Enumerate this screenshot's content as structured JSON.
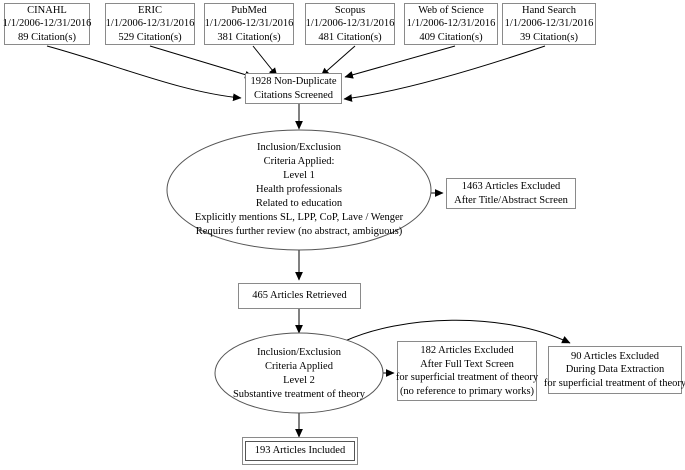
{
  "diagram": {
    "title": "Literature search and screening flow diagram",
    "type": "prisma-flow-diagram",
    "colors": {
      "box_border": "#8a8a8a",
      "edge": "#000000",
      "background": "#ffffff",
      "text": "#000000"
    },
    "sources": [
      {
        "name": "CINAHL",
        "date_range": "1/1/2006-12/31/2016",
        "citations": "89 Citation(s)"
      },
      {
        "name": "ERIC",
        "date_range": "1/1/2006-12/31/2016",
        "citations": "529 Citation(s)"
      },
      {
        "name": "PubMed",
        "date_range": "1/1/2006-12/31/2016",
        "citations": "381 Citation(s)"
      },
      {
        "name": "Scopus",
        "date_range": "1/1/2006-12/31/2016",
        "citations": "481 Citation(s)"
      },
      {
        "name": "Web of Science",
        "date_range": "1/1/2006-12/31/2016",
        "citations": "409 Citation(s)"
      },
      {
        "name": "Hand Search",
        "date_range": "1/1/2006-12/31/2016",
        "citations": "39 Citation(s)"
      }
    ],
    "screened": {
      "line1": "1928 Non-Duplicate",
      "line2": "Citations Screened"
    },
    "level1_criteria": {
      "lines": [
        "Inclusion/Exclusion",
        "Criteria Applied:",
        "Level 1",
        "Health professionals",
        "Related to education",
        "Explicitly mentions SL, LPP, CoP, Lave / Wenger",
        "Requires further review (no abstract, ambiguous)"
      ]
    },
    "excluded_title_abstract": {
      "lines": [
        "1463 Articles Excluded",
        "After Title/Abstract Screen"
      ]
    },
    "retrieved": {
      "label": "465 Articles Retrieved"
    },
    "level2_criteria": {
      "lines": [
        "Inclusion/Exclusion",
        "Criteria Applied",
        "Level 2",
        "Substantive treatment of theory"
      ]
    },
    "excluded_full_text": {
      "lines": [
        "182 Articles Excluded",
        "After Full Text Screen",
        "for superficial treatment of theory",
        "(no reference to primary works)"
      ]
    },
    "excluded_data_extraction": {
      "lines": [
        "90 Articles Excluded",
        "During Data Extraction",
        "for superficial treatment of theory"
      ]
    },
    "included": {
      "label": "193 Articles Included"
    }
  }
}
